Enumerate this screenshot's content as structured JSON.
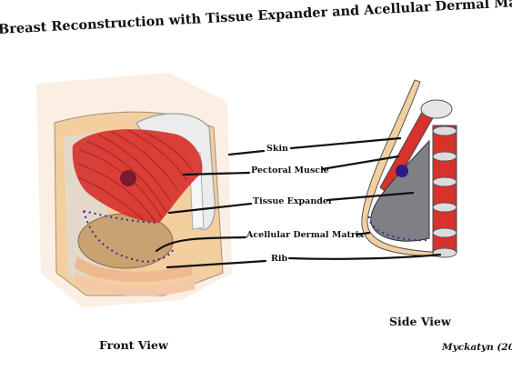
{
  "title": "Breast Reconstruction with Tissue Expander and Acellular Dermal Matrix",
  "labels": {
    "skin": "Skin",
    "pectoral_muscle": "Pectoral Muscle",
    "tissue_expander": "Tissue Expander",
    "acellular_dermal_matrix": "Acellular Dermal Matrix",
    "rib": "Rib"
  },
  "views": {
    "front": "Front View",
    "side": "Side View"
  },
  "credit": "Myckatyn (20",
  "colors": {
    "muscle": "#d8322c",
    "skin_tone": "#f3cfa0",
    "expander": "#7f7f86",
    "matrix_dots": "#3a2a9a",
    "bone": "#ececec"
  }
}
